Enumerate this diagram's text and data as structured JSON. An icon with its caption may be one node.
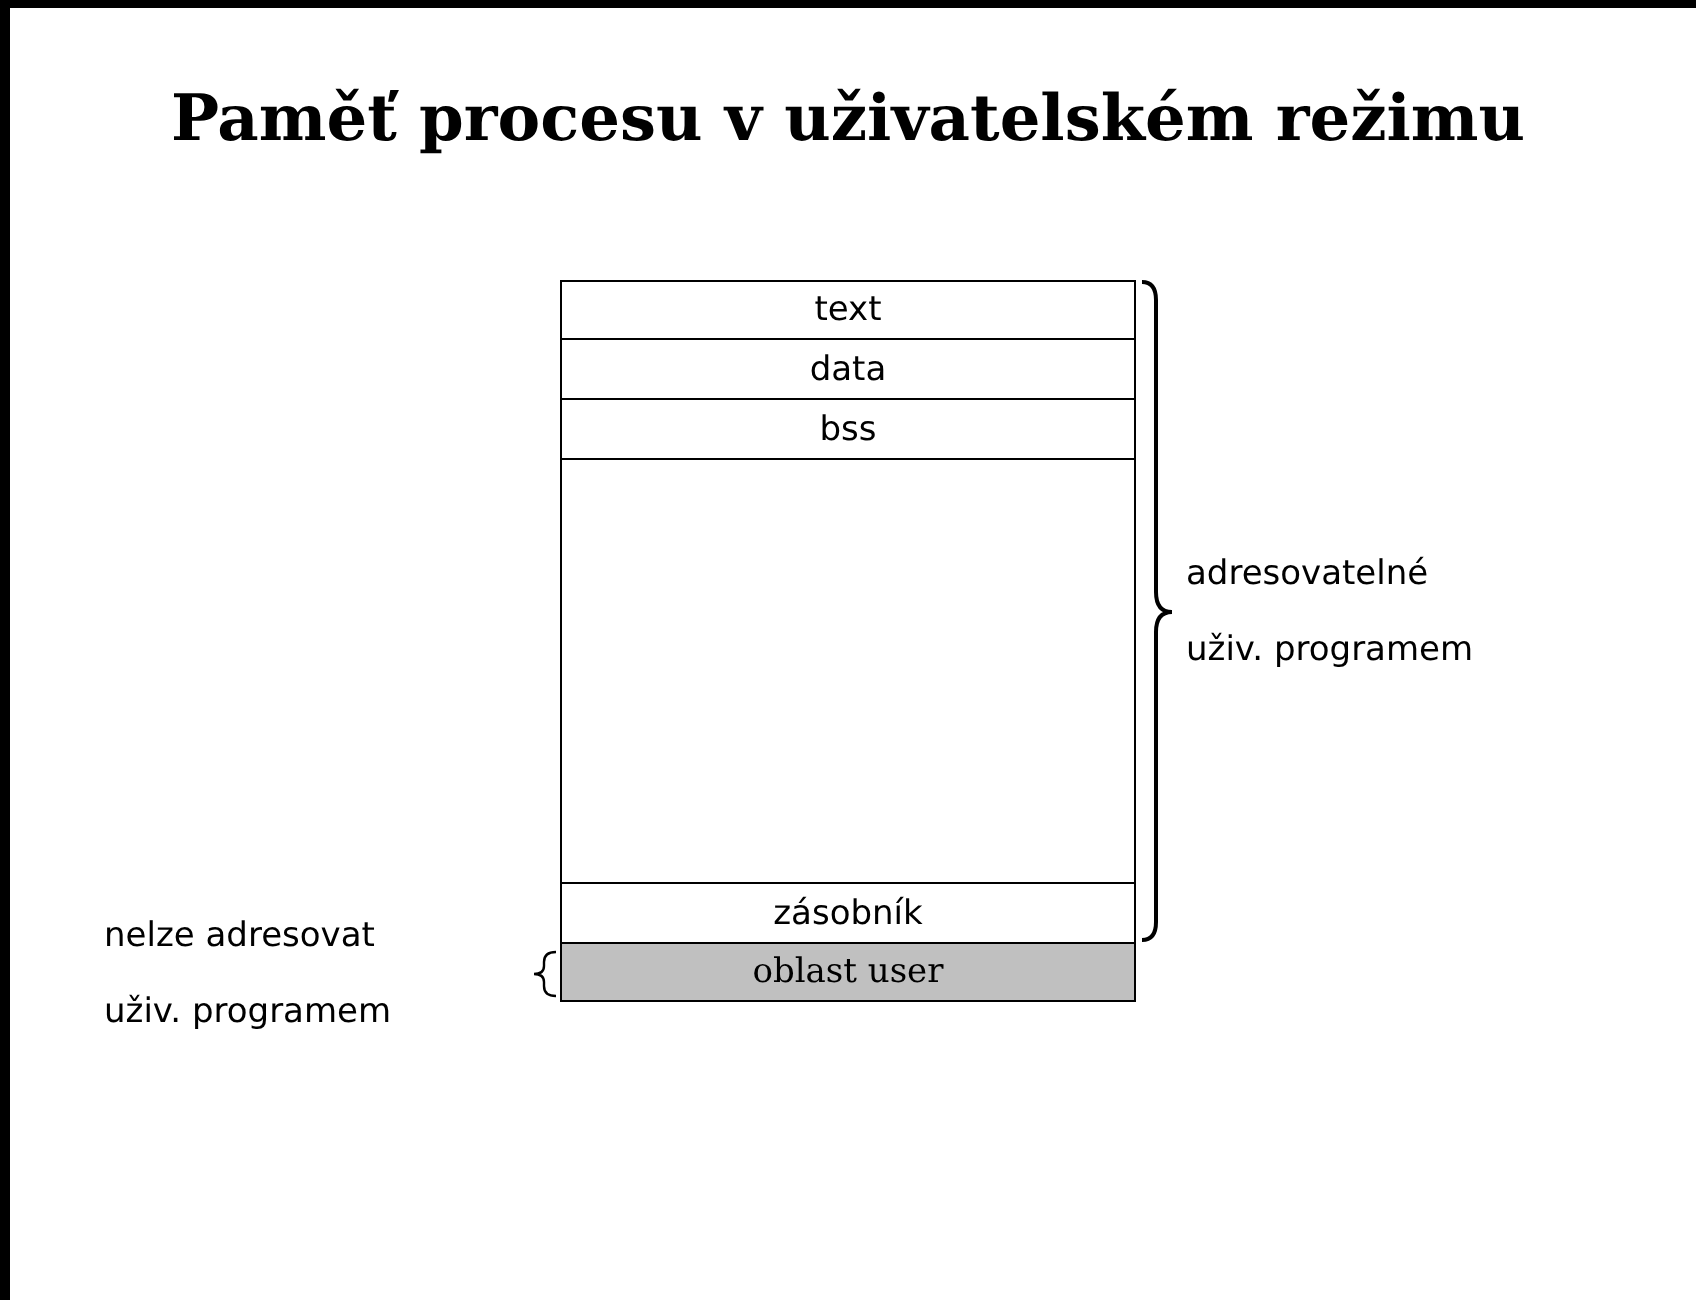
{
  "diagram": {
    "title": "Paměť procesu v uživatelském režimu",
    "nodes": [
      {
        "text": [
          "text"
        ]
      },
      {
        "text": [
          "data"
        ]
      },
      {
        "text": [
          "bss"
        ]
      },
      {
        "text": [],
        "shape": "box"
      },
      {
        "text": [
          "zásobník"
        ]
      },
      {
        "text": [
          "oblast user"
        ]
      }
    ],
    "edges": [],
    "labels": [
      "adresovatelné uživ. programem",
      "nelze adresovat uživ. programem"
    ]
  }
}
